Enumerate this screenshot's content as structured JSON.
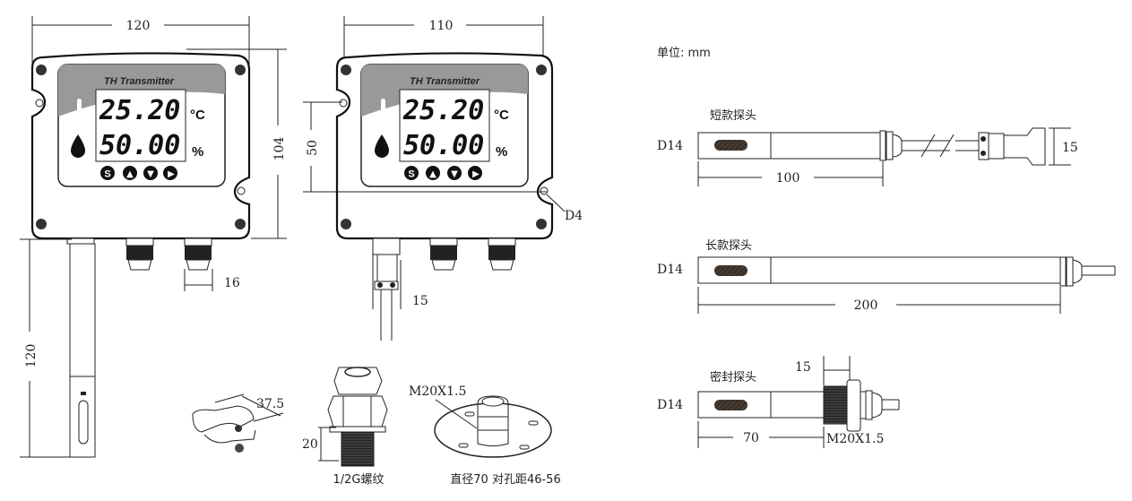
{
  "unit_label": "单位: mm",
  "device": {
    "title": "TH Transmitter",
    "temperature": "25.20",
    "temperature_unit": "°C",
    "humidity": "50.00",
    "humidity_unit": "%",
    "buttons": [
      "S",
      "▲",
      "▼",
      "▶"
    ]
  },
  "front_view": {
    "width": "120",
    "height": "104",
    "gland": "16",
    "probe_length": "120"
  },
  "side_view": {
    "width": "110",
    "hole_spacing": "50",
    "hole_diameter": "D4",
    "connector": "15"
  },
  "accessories": {
    "clamp_dim": "37.5",
    "fitting_dim": "20",
    "fitting_label": "1/2G螺纹",
    "flange_thread": "M20X1.5",
    "flange_label": "直径70 对孔距46-56"
  },
  "probes": {
    "short": {
      "title": "短款探头",
      "diameter": "D14",
      "length": "100",
      "connector": "15"
    },
    "long": {
      "title": "长款探头",
      "diameter": "D14",
      "length": "200"
    },
    "sealed": {
      "title": "密封探头",
      "diameter": "D14",
      "length": "70",
      "thread_len": "15",
      "thread": "M20X1.5"
    }
  }
}
